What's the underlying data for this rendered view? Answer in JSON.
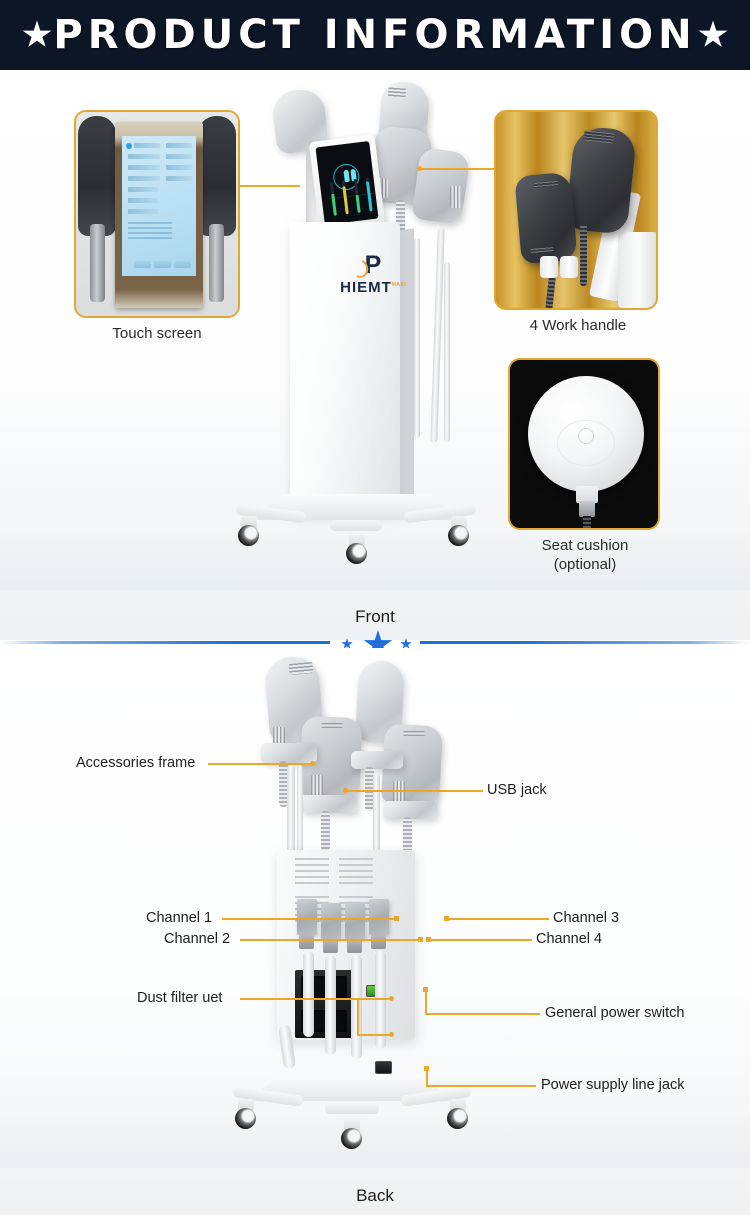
{
  "header": {
    "title": "PRODUCT INFORMATION",
    "bg_color": "#0d1627",
    "text_color": "#ffffff",
    "star_left": "star-icon",
    "star_right": "star-icon"
  },
  "divider": {
    "accent_color": "#1e6fd9",
    "center_star": "star-icon",
    "small_star_left": "star-icon",
    "small_star_right": "star-icon"
  },
  "front_section": {
    "view_label": "Front",
    "callouts": [
      {
        "id": "touch-screen",
        "caption": "Touch screen",
        "border_color": "#e0a733"
      },
      {
        "id": "work-handle",
        "caption": "4 Work handle",
        "border_color": "#e0a733"
      },
      {
        "id": "seat-cushion",
        "caption_line1": "Seat cushion",
        "caption_line2": "(optional)",
        "border_color": "#e0a733"
      }
    ],
    "machine_brand": {
      "logo_mark": "P",
      "name": "HIEMT",
      "sub": "MAXI",
      "name_color": "#1b2a45",
      "accent_color": "#e8a33d"
    }
  },
  "back_section": {
    "view_label": "Back",
    "leader_color": "#e9a82a",
    "annotations": [
      {
        "id": "accessories-frame",
        "label": "Accessories frame",
        "side": "left"
      },
      {
        "id": "usb-jack",
        "label": "USB jack",
        "side": "right"
      },
      {
        "id": "channel-1",
        "label": "Channel 1",
        "side": "left"
      },
      {
        "id": "channel-2",
        "label": "Channel 2",
        "side": "left"
      },
      {
        "id": "channel-3",
        "label": "Channel 3",
        "side": "right"
      },
      {
        "id": "channel-4",
        "label": "Channel 4",
        "side": "right"
      },
      {
        "id": "dust-filter",
        "label": "Dust filter uet",
        "side": "left"
      },
      {
        "id": "general-power-switch",
        "label": "General power switch",
        "side": "right"
      },
      {
        "id": "power-supply-line-jack",
        "label": "Power supply line jack",
        "side": "right"
      }
    ]
  }
}
